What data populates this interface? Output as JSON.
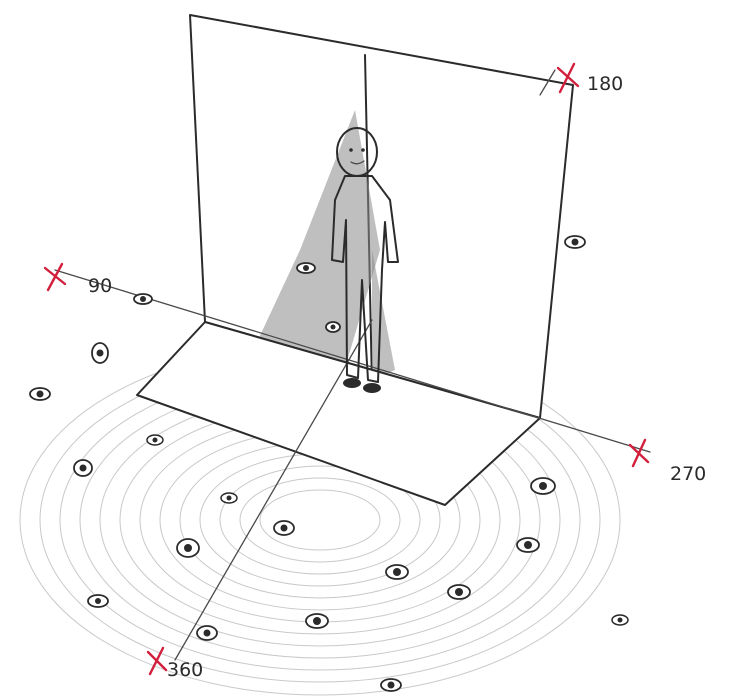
{
  "angle_markers": [
    {
      "label": "90"
    },
    {
      "label": "180"
    },
    {
      "label": "270"
    },
    {
      "label": "360"
    }
  ],
  "colors": {
    "marker": "#d21f3c",
    "pencil": "#2b2b2b",
    "shading": "#c9c9c9"
  },
  "observer_count": 20
}
